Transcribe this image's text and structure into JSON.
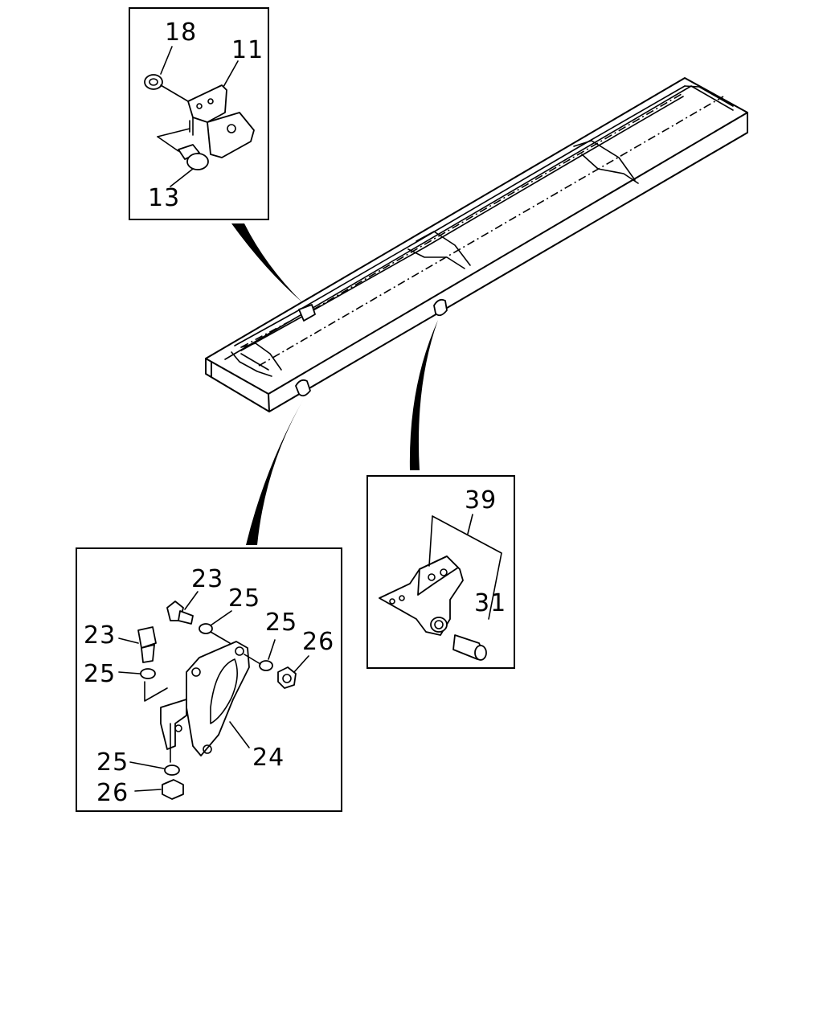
{
  "diagram": {
    "callouts": {
      "top_box": [
        "18",
        "11",
        "13"
      ],
      "right_box": [
        "39",
        "31"
      ],
      "bottom_box": [
        "23",
        "25",
        "23",
        "25",
        "26",
        "25",
        "24",
        "25",
        "26"
      ]
    }
  }
}
